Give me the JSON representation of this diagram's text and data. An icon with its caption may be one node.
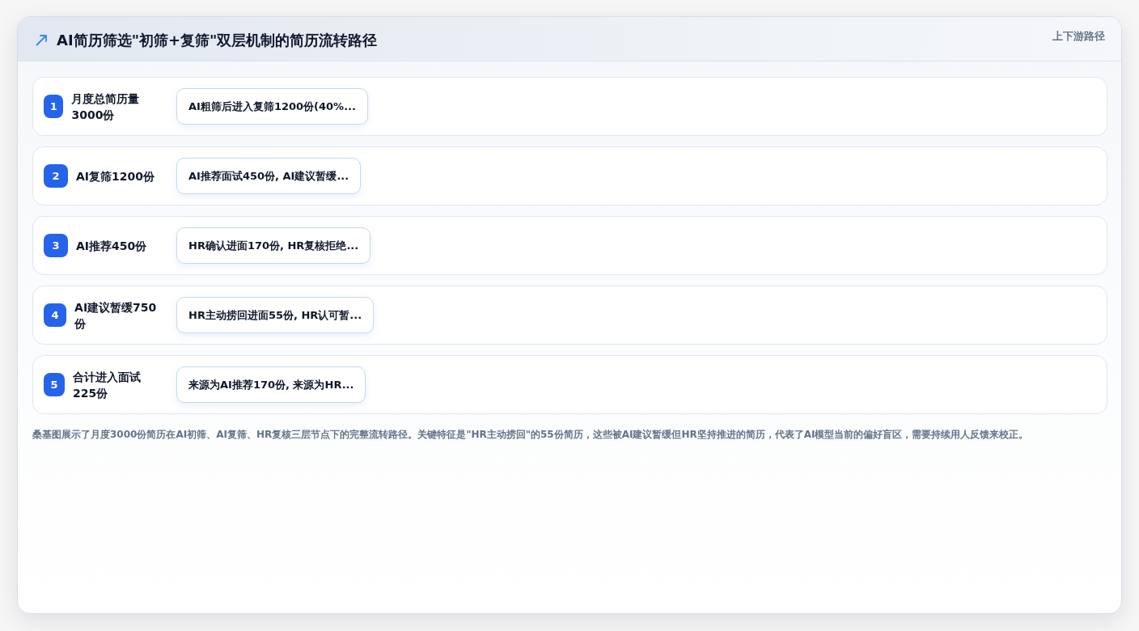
{
  "diagram": {
    "title": "AI简历筛选\"初筛+复筛\"双层机制的简历流转路径",
    "caption": "桑基图展示了月度3000份简历在AI初筛、AI复筛、HR复核三层节点下的完整流转路径。关键特征是\"HR主动捞回\"的55份简历，这些被AI建议暂缓但HR坚持推进的简历，代表了AI模型当前的偏好盲区，需要持续用人反馈来校正。",
    "nodes": [
      {
        "text": [
          "月度总简历量3000份"
        ]
      },
      {
        "text": [
          "1"
        ],
        "in": 0
      },
      {
        "text": [
          "AI粗筛后进入复筛1200份(40%..."
        ],
        "in": 0
      },
      {
        "text": [
          "AI复筛1200份"
        ]
      },
      {
        "text": [
          "2"
        ],
        "in": 3
      },
      {
        "text": [
          "AI推荐面试450份, AI建议暂缓..."
        ],
        "in": 3
      },
      {
        "text": [
          "AI推荐450份"
        ]
      },
      {
        "text": [
          "3"
        ],
        "in": 6
      },
      {
        "text": [
          "HR确认进面170份, HR复核拒绝..."
        ],
        "in": 6
      },
      {
        "text": [
          "AI建议暂缓750份"
        ]
      },
      {
        "text": [
          "4"
        ],
        "in": 9
      },
      {
        "text": [
          "HR主动捞回进面55份, HR认可暂..."
        ],
        "in": 9
      },
      {
        "text": [
          "合计进入面试225份"
        ]
      },
      {
        "text": [
          "5"
        ],
        "in": 12
      },
      {
        "text": [
          "来源为AI推荐170份, 来源为HR..."
        ],
        "in": 12
      }
    ],
    "labels": [
      "上下游路径"
    ]
  }
}
